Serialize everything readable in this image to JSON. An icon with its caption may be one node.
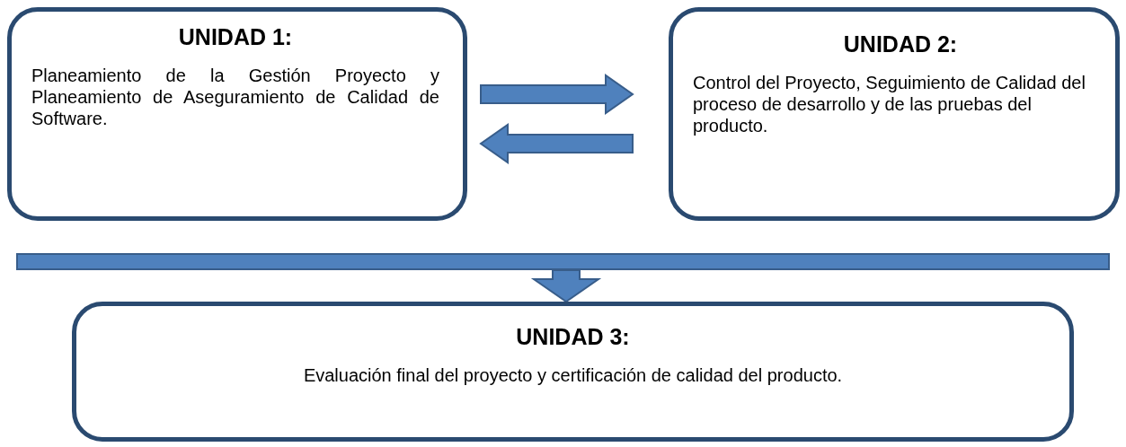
{
  "diagram": {
    "nodes": [
      {
        "text": [
          "UNIDAD 1:",
          "Planeamiento de la Gestión Proyecto y Planeamiento de Aseguramiento de Calidad de Software."
        ]
      },
      {
        "text": [
          "UNIDAD 2:",
          "Control del Proyecto, Seguimiento de Calidad del proceso de desarrollo y de las pruebas del producto."
        ]
      },
      {
        "text": [],
        "shape": "bar"
      },
      {
        "text": [
          "UNIDAD 3:",
          "Evaluación final del proyecto y certificación de calidad del producto."
        ]
      }
    ],
    "edges": [
      {
        "from": 0,
        "to": 1,
        "arrow": "to",
        "style": "thick"
      },
      {
        "from": 1,
        "to": 0,
        "arrow": "to",
        "style": "thick"
      },
      {
        "from": 2,
        "to": 3,
        "arrow": "to",
        "style": "thick"
      }
    ]
  }
}
